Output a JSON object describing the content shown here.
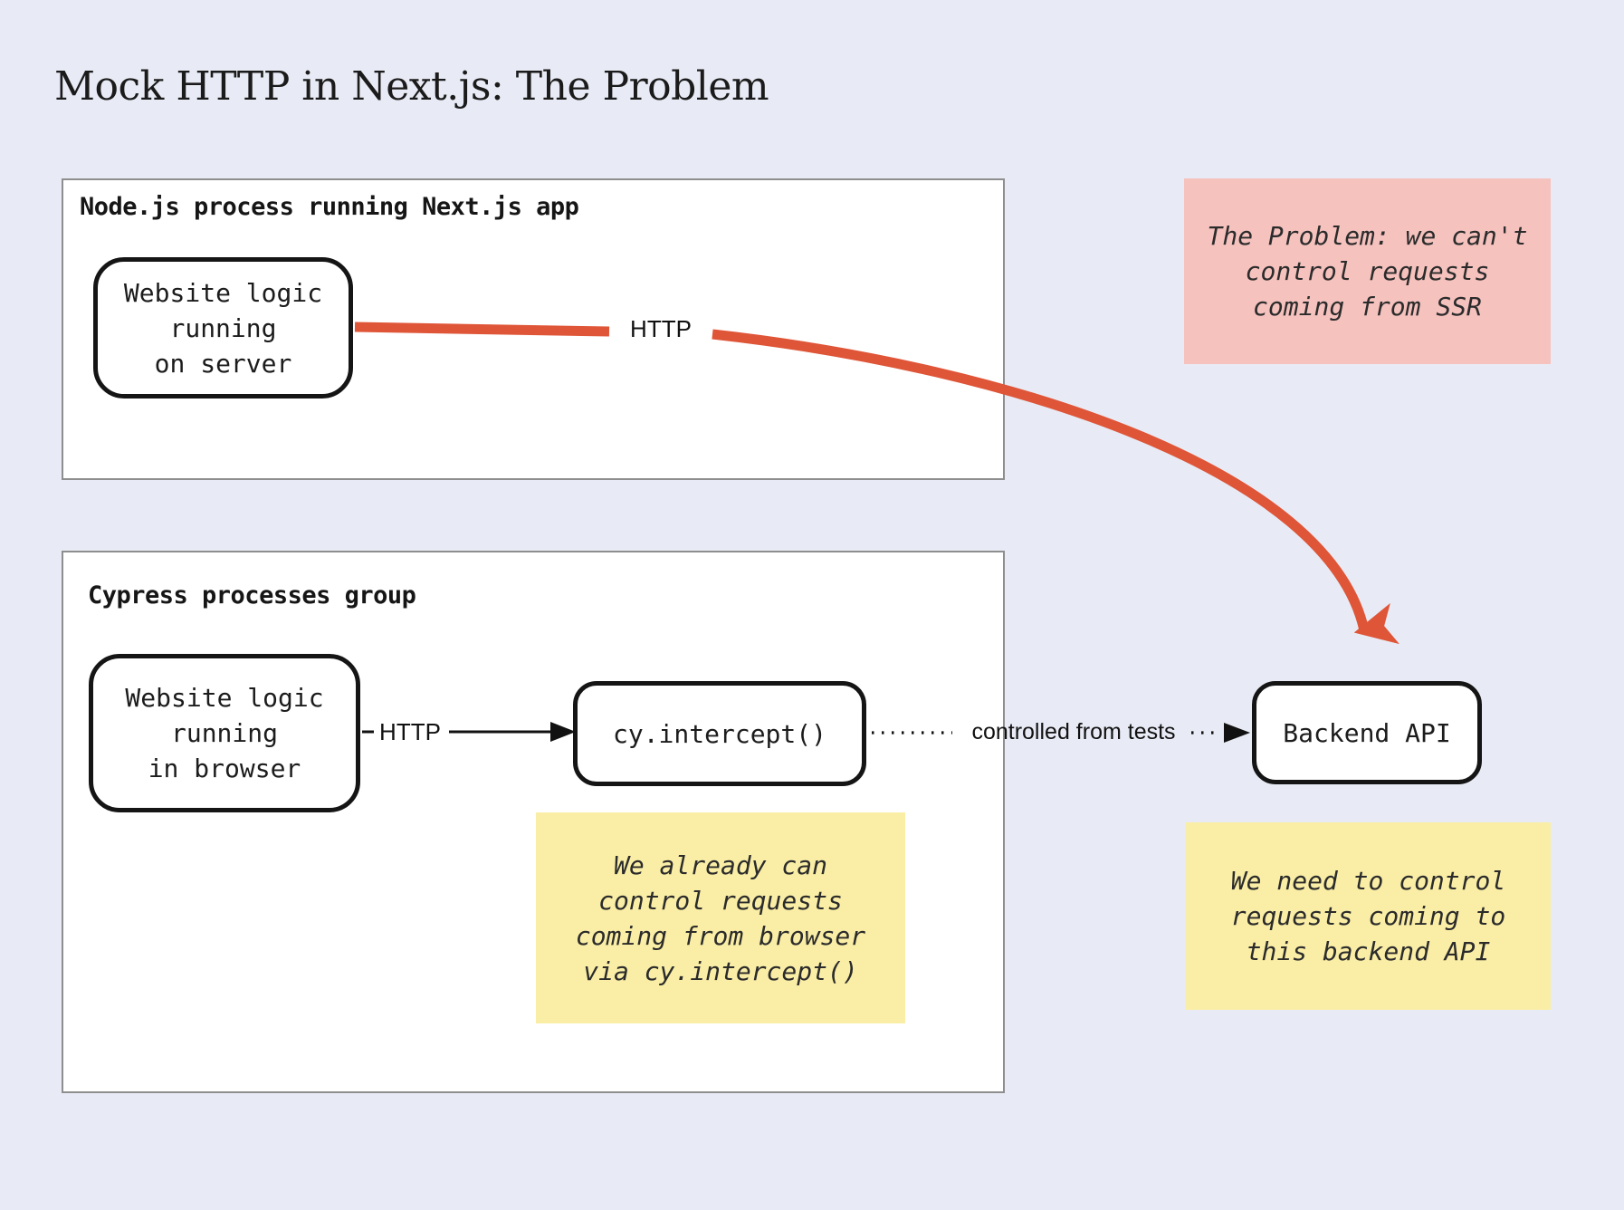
{
  "title": "Mock HTTP in Next.js: The Problem",
  "colors": {
    "background": "#e8ebf5",
    "accent_red": "#df5538",
    "note_pink": "#f5c2be",
    "note_yellow": "#faeea6",
    "container_border": "#8e8e8e",
    "ink": "#1c1c1c"
  },
  "node_group": {
    "label": "Node.js process running Next.js app",
    "server_node": "Website logic\nrunning\non server"
  },
  "cypress_group": {
    "label": "Cypress processes group",
    "browser_node": "Website logic\nrunning\nin browser",
    "intercept_node": "cy.intercept()",
    "note": "We already can\ncontrol requests\ncoming from browser\nvia cy.intercept()"
  },
  "backend": {
    "label": "Backend API",
    "note": "We need to control\nrequests coming to\nthis backend API"
  },
  "problem_note": "The Problem: we can't\ncontrol requests\ncoming from SSR",
  "edges": {
    "ssr_http_label": "HTTP",
    "browser_http_label": "HTTP",
    "controlled_label": "controlled from tests"
  }
}
